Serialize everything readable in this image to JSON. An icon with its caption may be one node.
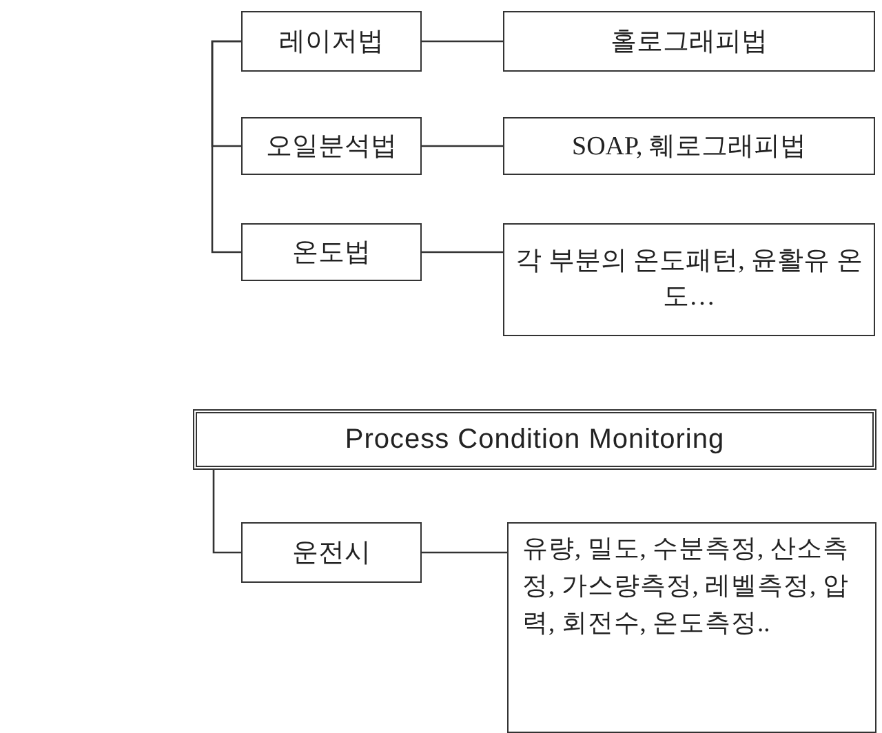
{
  "diagram": {
    "nodes": [
      {
        "text": [
          "레이저법"
        ]
      },
      {
        "text": [
          "홀로그래피법"
        ]
      },
      {
        "text": [
          "오일분석법"
        ]
      },
      {
        "text": [
          "SOAP, 훼로그래피법"
        ]
      },
      {
        "text": [
          "온도법"
        ]
      },
      {
        "text": [
          "각 부분의 온도패턴, 윤활유 온도…"
        ]
      },
      {
        "text": [
          "Process Condition Monitoring"
        ]
      },
      {
        "text": [
          "운전시"
        ]
      },
      {
        "text": [
          "유량, 밀도, 수분측정, 산소측정, 가스량측정, 레벨측정, 압력, 회전수, 온도측정.."
        ]
      }
    ],
    "edges": [
      {
        "from": 0,
        "to": 1,
        "arrow": "none"
      },
      {
        "from": 2,
        "to": 3,
        "arrow": "none"
      },
      {
        "from": 4,
        "to": 5,
        "arrow": "none"
      },
      {
        "from": 0,
        "to": 2,
        "arrow": "none"
      },
      {
        "from": 0,
        "to": 4,
        "arrow": "none"
      },
      {
        "from": 6,
        "to": 7,
        "arrow": "none"
      },
      {
        "from": 7,
        "to": 8,
        "arrow": "none"
      }
    ]
  }
}
